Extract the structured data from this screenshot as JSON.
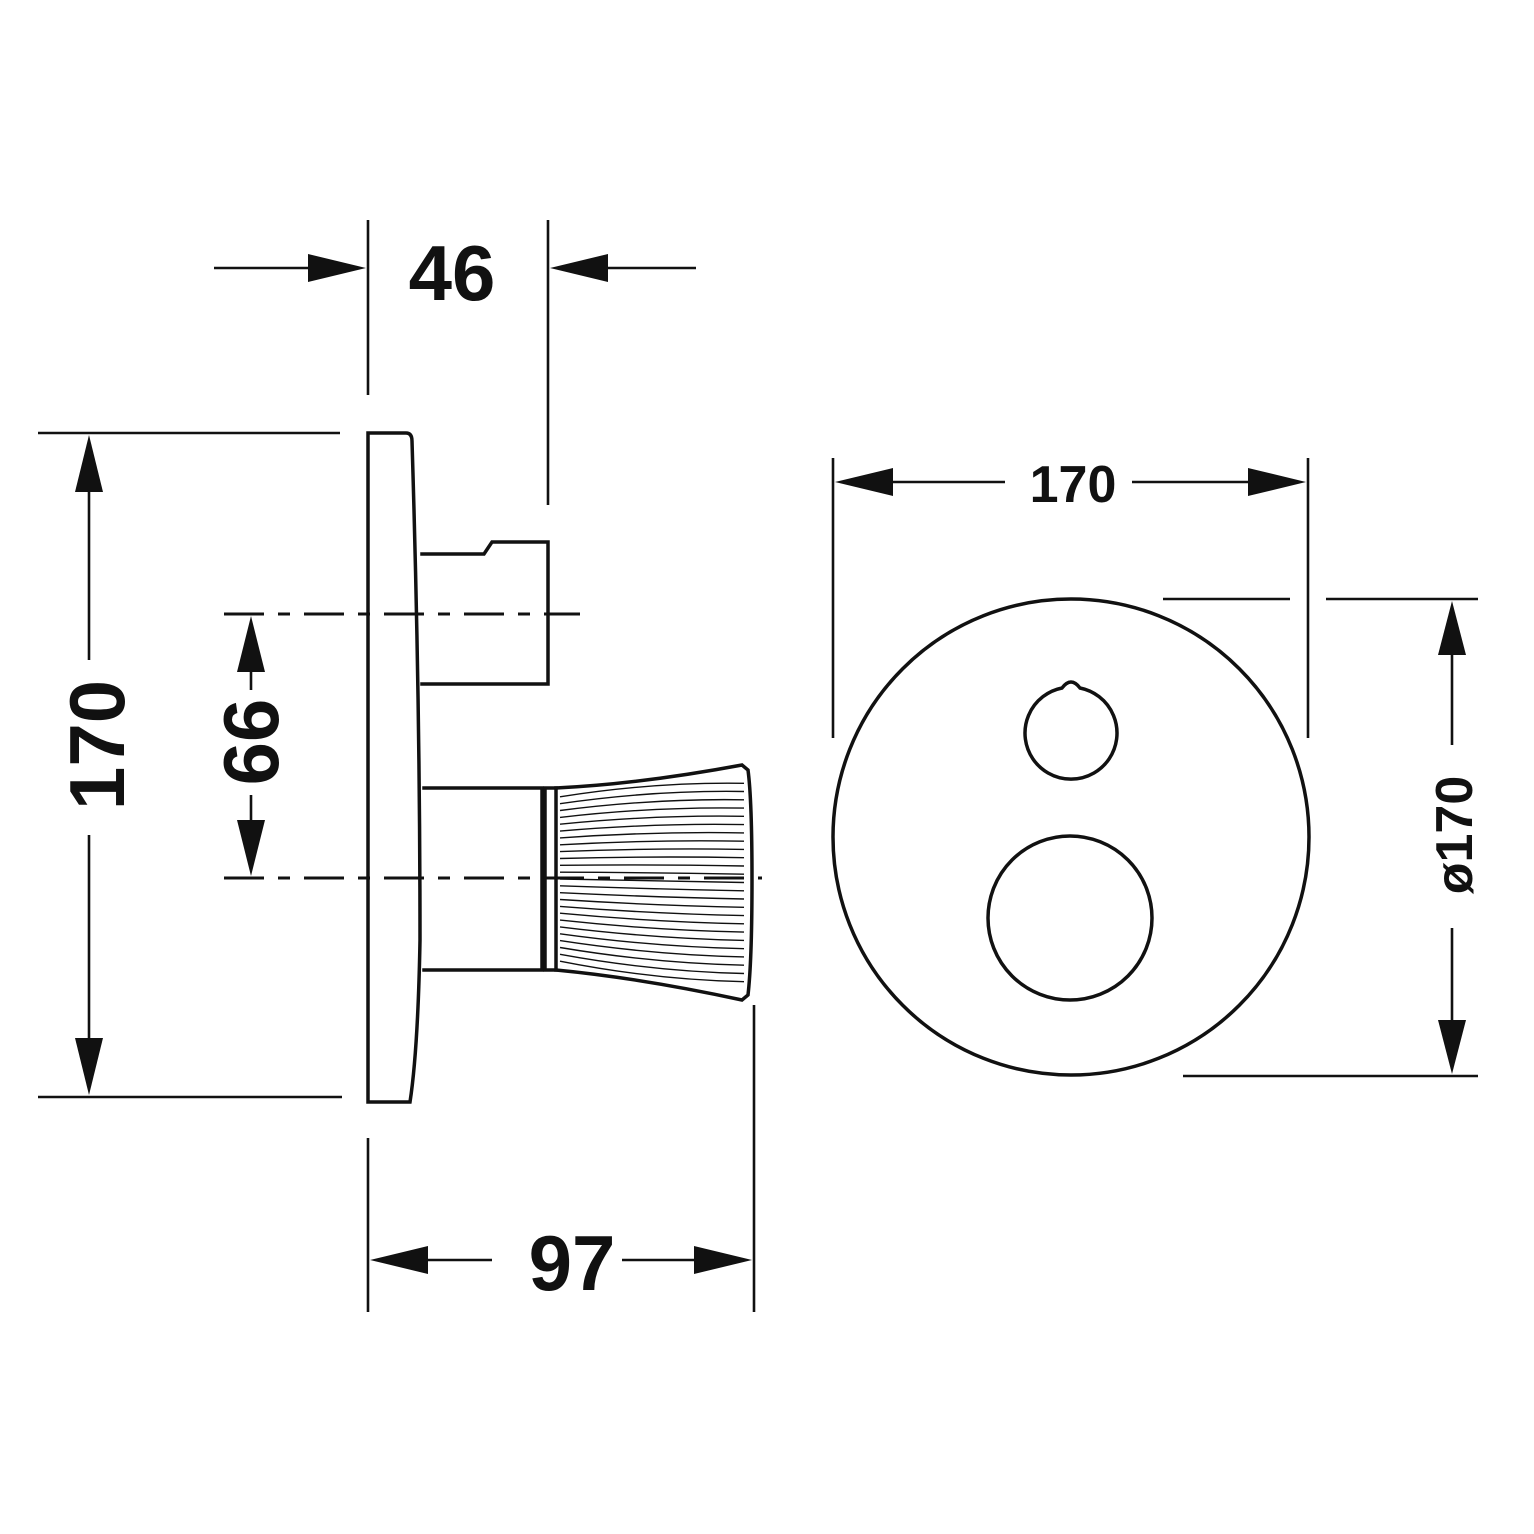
{
  "dimensions": {
    "depth_46": "46",
    "height_170": "170",
    "offset_66": "66",
    "projection_97": "97",
    "width_170": "170",
    "diameter_170": "ø170"
  }
}
